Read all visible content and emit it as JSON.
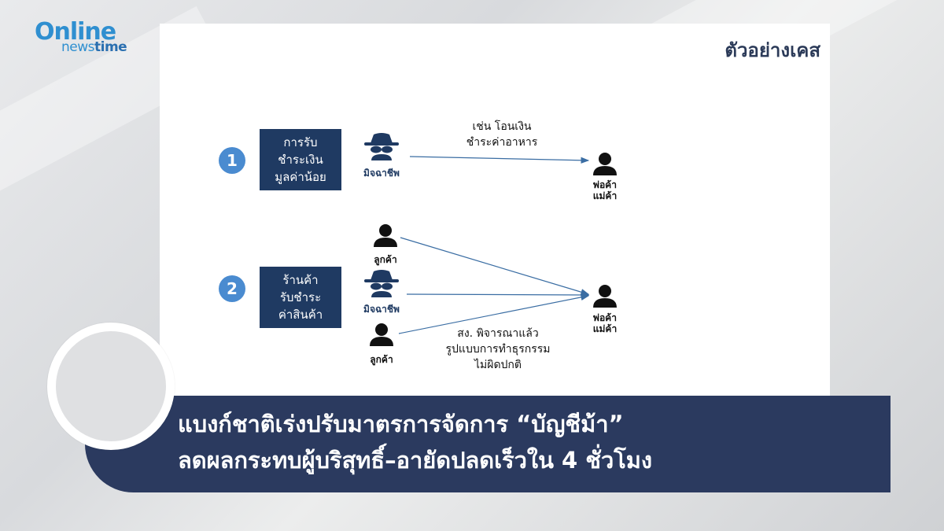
{
  "logo": {
    "online": "Online",
    "news": "news",
    "time": "time"
  },
  "card": {
    "title": "ตัวอย่างเคส",
    "case1": {
      "number": "1",
      "box_lines": [
        "การรับ",
        "ชำระเงิน",
        "มูลค่าน้อย"
      ],
      "scammer_label": "มิจฉาชีพ",
      "note_lines": [
        "เช่น โอนเงิน",
        "ชำระค่าอาหาร"
      ],
      "merchant_lines": [
        "พ่อค้า",
        "แม่ค้า"
      ]
    },
    "case2": {
      "number": "2",
      "box_lines": [
        "ร้านค้า",
        "รับชำระ",
        "ค่าสินค้า"
      ],
      "customer_label": "ลูกค้า",
      "scammer_label": "มิจฉาชีพ",
      "note_lines": [
        "สง. พิจารณาแล้ว",
        "รูปแบบการทำธุรกรรม",
        "ไม่ผิดปกติ"
      ],
      "merchant_lines": [
        "พ่อค้า",
        "แม่ค้า"
      ]
    }
  },
  "headline": {
    "line1": "แบงก์ชาติเร่งปรับมาตรการจัดการ “บัญชีม้า”",
    "line2": "ลดผลกระทบผู้บริสุทธิ์–อายัดปลดเร็วใน 4 ชั่วโมง"
  },
  "colors": {
    "navy": "#1f3a62",
    "banner": "#2b3a5f",
    "accent_blue": "#4a8bd0",
    "logo_blue": "#2f8fd0"
  }
}
